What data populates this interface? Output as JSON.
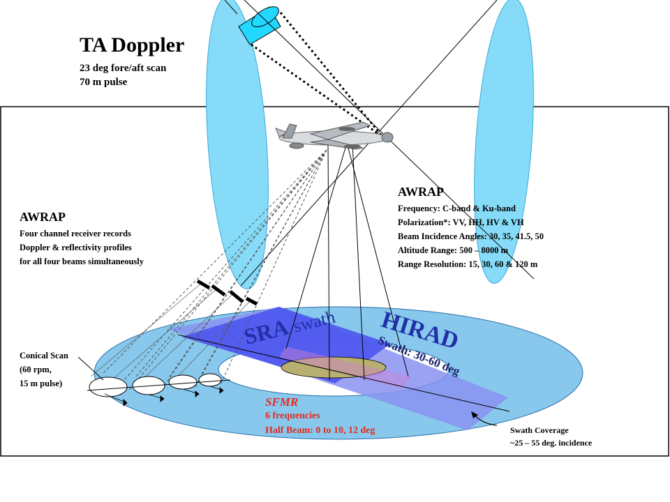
{
  "ta_doppler": {
    "title": "TA Doppler",
    "line1": "23 deg fore/aft scan",
    "line2": "70 m pulse"
  },
  "awrap_left": {
    "title": "AWRAP",
    "line1": "Four channel receiver records",
    "line2": "Doppler & reflectivity profiles",
    "line3": "for all four beams simultaneously"
  },
  "awrap_right": {
    "title": "AWRAP",
    "line1": "Frequency: C-band & Ku-band",
    "line2": "Polarization*: VV, HH, HV & VH",
    "line3": "Beam Incidence Angles: 30, 35, 41.5, 50",
    "line4": "Altitude Range: 500 – 8000 m",
    "line5": "Range Resolution: 15, 30, 60 & 120 m"
  },
  "conical": {
    "line1": "Conical Scan",
    "line2": "(60 rpm,",
    "line3": "15 m pulse)"
  },
  "sra": {
    "label": "SRA",
    "suffix": "swath"
  },
  "hirad": {
    "title": "HIRAD",
    "swath": "Swath: 30-60 deg"
  },
  "sfmr": {
    "title": "SFMR",
    "line1": "6 frequencies",
    "line2": "Half Beam: 0 to 10, 12 deg"
  },
  "coverage": {
    "line1": "Swath Coverage",
    "line2": "~25 – 55 deg. incidence"
  },
  "colors": {
    "beam_blue": "#86dcf8",
    "ground_blue": "#87c8ec",
    "sra_swath": "#4c55ee",
    "hirad_swath": "#8a92f2",
    "sfmr_patch": "#b8b070",
    "sfmr_red": "#e8291c"
  }
}
